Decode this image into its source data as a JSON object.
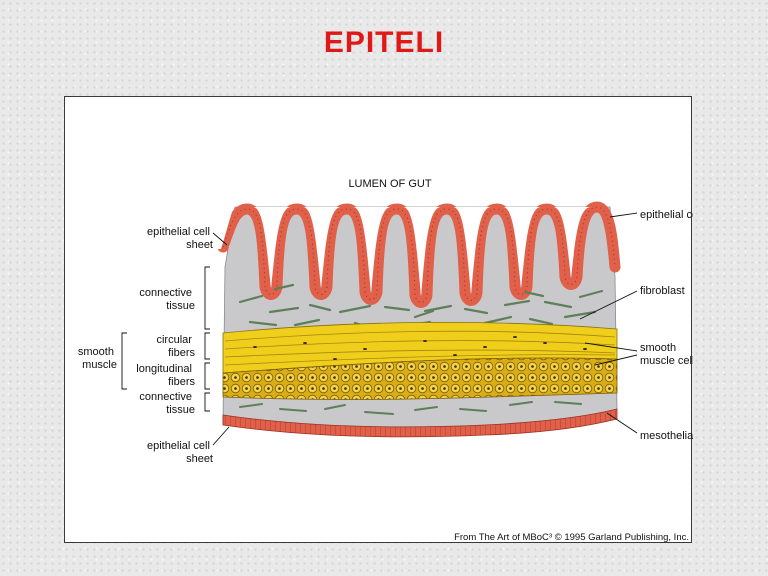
{
  "slide": {
    "title": "EPITELI"
  },
  "figure": {
    "heading": "LUMEN OF GUT",
    "labels": {
      "epithelial_cell_sheet_top": [
        "epithelial cell",
        "sheet"
      ],
      "connective_tissue_top": [
        "connective",
        "tissue"
      ],
      "smooth_muscle": [
        "smooth",
        "muscle"
      ],
      "circular_fibers": [
        "circular",
        "fibers"
      ],
      "longitudinal_fibers": [
        "longitudinal",
        "fibers"
      ],
      "connective_tissue_bottom": [
        "connective",
        "tissue"
      ],
      "epithelial_cell_sheet_bottom": [
        "epithelial cell",
        "sheet"
      ],
      "epithelial_cell": "epithelial cell",
      "fibroblast": "fibroblast",
      "smooth_muscle_cells": [
        "smooth",
        "muscle cells"
      ],
      "mesothelial_cell": "mesothelial cell"
    },
    "credit": "From The Art of MBoC³ © 1995 Garland Publishing, Inc.",
    "colors": {
      "epithelium": "#e0604a",
      "epithelium_border": "#9b2f24",
      "connective": "#c9c9cc",
      "fibroblast": "#5e7f5a",
      "circular_muscle": "#f0cf1c",
      "longitudinal_muscle": "#d9ad14",
      "title": "#e01818"
    }
  }
}
